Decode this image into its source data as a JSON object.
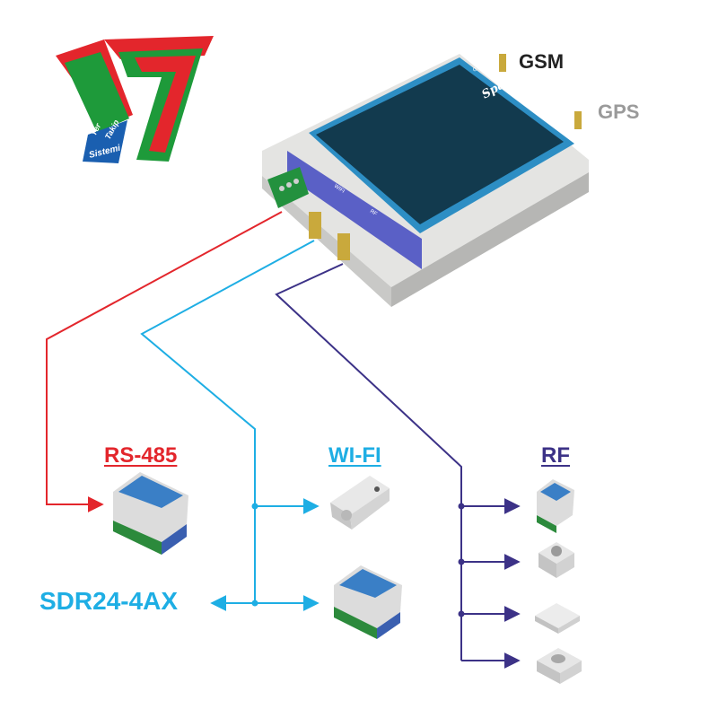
{
  "logo": {
    "words": [
      "Yer",
      "Takip",
      "Sistemi"
    ],
    "colors": {
      "red": "#e3262c",
      "green": "#1e9a3a",
      "blue": "#1a5fb0"
    }
  },
  "device": {
    "brand": "SpaceDial",
    "port_labels": [
      "GSM",
      "GPS",
      "WIFI",
      "RF"
    ]
  },
  "antennas": {
    "gsm": "GSM",
    "gps": "GPS"
  },
  "groups": {
    "rs485": "RS-485",
    "wifi": "WI-FI",
    "rf": "RF"
  },
  "bottom_label": "SDR24-4AX",
  "colors": {
    "rs485": "#e3262c",
    "wifi": "#1eaee4",
    "rf": "#3c3287",
    "gps_text": "#9a9a9a",
    "gsm_text": "#222222"
  }
}
